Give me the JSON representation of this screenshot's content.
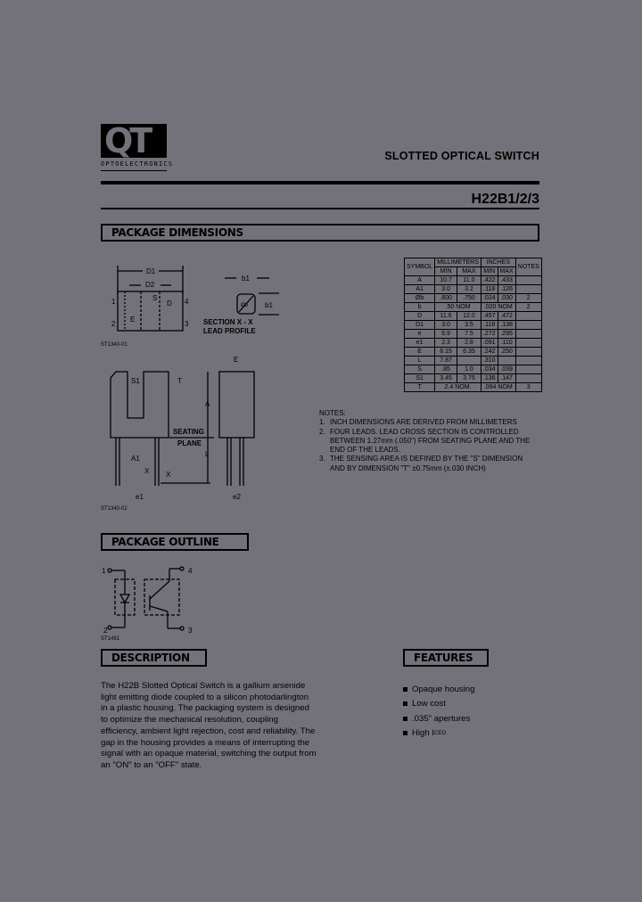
{
  "logo": {
    "text": "QT",
    "subtitle": "OPTOELECTRONICS"
  },
  "header": {
    "title": "SLOTTED OPTICAL SWITCH",
    "part_number": "H22B1/2/3"
  },
  "sections": {
    "package_dimensions": "PACKAGE DIMENSIONS",
    "package_outline": "PACKAGE OUTLINE",
    "description": "DESCRIPTION",
    "features": "FEATURES"
  },
  "drawing": {
    "top_view": {
      "d1": "D1",
      "d2": "D2",
      "s": "S",
      "e": "E",
      "d": "D",
      "pin1": "1",
      "pin2": "2",
      "pin3": "3",
      "pin4": "4",
      "ref": "ST1340-01"
    },
    "lead_profile": {
      "b1_top": "b1",
      "b1_side": "b1",
      "b": "Øb",
      "caption1": "SECTION X - X",
      "caption2": "LEAD PROFILE"
    },
    "side_view": {
      "s1": "S1",
      "t": "T",
      "a": "A",
      "a1": "A1",
      "l": "L",
      "x1": "X",
      "x2": "X",
      "e1": "e1",
      "e": "E",
      "e2": "e2",
      "seating": "SEATING",
      "plane": "PLANE",
      "ref": "ST1340-02"
    },
    "outline": {
      "pin1": "1",
      "pin2": "2",
      "pin3": "3",
      "pin4": "4",
      "ref": "ST1491"
    }
  },
  "dimensions_table": {
    "headers": {
      "symbol": "SYMBOL",
      "mm": "MILLIMETERS",
      "inches": "INCHES",
      "notes": "NOTES",
      "min": "MIN",
      "max": "MAX"
    },
    "rows": [
      [
        "A",
        "10.7",
        "11.0",
        ".422",
        ".433",
        ""
      ],
      [
        "A1",
        "3.0",
        "3.2",
        ".118",
        ".126",
        ""
      ],
      [
        "Øb",
        ".600",
        ".750",
        ".024",
        ".030",
        "2"
      ],
      [
        "b",
        ".50 NOM",
        "",
        ".020 NOM",
        "",
        "2"
      ],
      [
        "D",
        "11.6",
        "12.0",
        ".457",
        ".472",
        ""
      ],
      [
        "D1",
        "3.0",
        "3.5",
        ".118",
        ".138",
        ""
      ],
      [
        "e",
        "6.9",
        "7.5",
        ".272",
        ".295",
        ""
      ],
      [
        "e1",
        "2.3",
        "2.8",
        ".091",
        ".110",
        ""
      ],
      [
        "E",
        "6.15",
        "6.35",
        ".242",
        ".250",
        ""
      ],
      [
        "L",
        "7.87",
        "",
        ".310",
        "",
        ""
      ],
      [
        "S",
        ".85",
        "1.0",
        ".034",
        ".039",
        ""
      ],
      [
        "S1",
        "3.45",
        "3.75",
        ".136",
        ".147",
        ""
      ],
      [
        "T",
        "2.4 NOM.",
        "",
        ".094 NOM",
        "",
        "3"
      ]
    ]
  },
  "notes": {
    "title": "NOTES:",
    "items": [
      {
        "num": "1.",
        "lines": [
          "INCH DIMENSIONS ARE DERIVED FROM MILLIMETERS"
        ]
      },
      {
        "num": "2.",
        "lines": [
          "FOUR LEADS. LEAD CROSS SECTION IS CONTROLLED",
          "BETWEEN 1.27mm (.050\") FROM SEATING PLANE AND THE",
          "END OF THE LEADS."
        ]
      },
      {
        "num": "3.",
        "lines": [
          "THE SENSING AREA IS DEFINED BY THE \"S\" DIMENSION",
          "AND BY DIMENSION \"T\" ±0.75mm (±.030 INCH)"
        ]
      }
    ]
  },
  "description": {
    "lines": [
      "The H22B Slotted Optical Switch is a gallium arsenide",
      "light emitting diode coupled to a silicon photodarlington",
      "in a plastic housing. The packaging system is designed",
      "to optimize the mechanical resolution, coupling",
      "efficiency, ambient light rejection, cost and reliability. The",
      "gap in the housing provides a means of interrupting the",
      "signal with an opaque material, switching the output from",
      "an \"ON\" to an \"OFF\" state."
    ]
  },
  "features": {
    "items": [
      "Opaque housing",
      "Low cost",
      ".035\" apertures",
      "High I"
    ],
    "high_sub": "CEO"
  }
}
